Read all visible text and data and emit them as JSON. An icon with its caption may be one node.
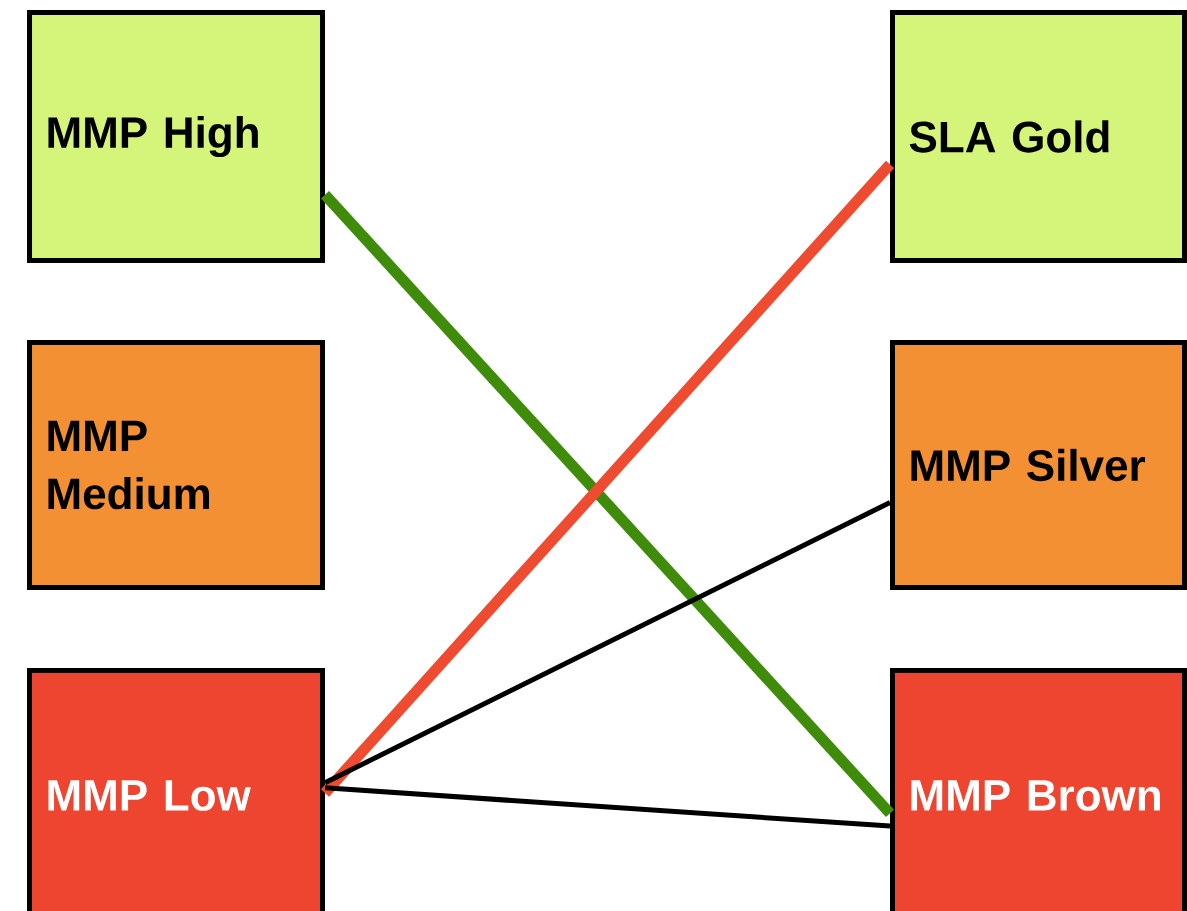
{
  "diagram": {
    "nodes": [
      {
        "text": [
          "MMP High"
        ]
      },
      {
        "text": [
          "SLA Gold"
        ]
      },
      {
        "text": [
          "MMP Medium"
        ]
      },
      {
        "text": [
          "MMP Silver"
        ]
      },
      {
        "text": [
          "MMP Low"
        ]
      },
      {
        "text": [
          "MMP Brown"
        ]
      }
    ],
    "edges": [
      {
        "from": 0,
        "to": 5,
        "arrow": "none",
        "style": "thick",
        "color": "#3f8c0b"
      },
      {
        "from": 4,
        "to": 1,
        "arrow": "none",
        "style": "thick",
        "color": "#ee4b30"
      },
      {
        "from": 4,
        "to": 3,
        "arrow": "none"
      },
      {
        "from": 4,
        "to": 5,
        "arrow": "none"
      }
    ]
  }
}
